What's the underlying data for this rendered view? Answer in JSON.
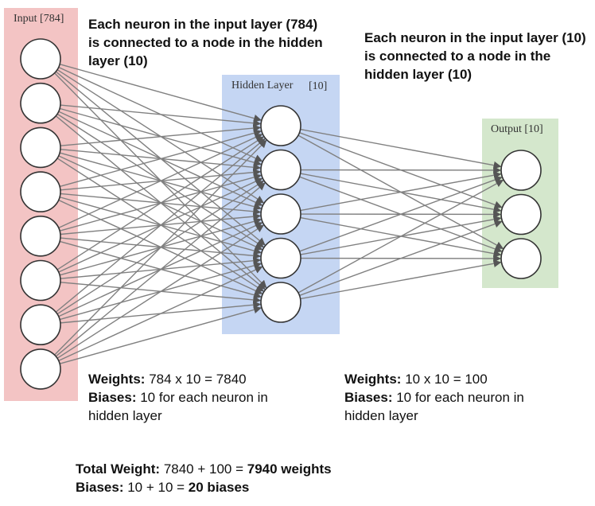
{
  "layers": {
    "input": {
      "label": "Input [784]",
      "nodes": 8,
      "color": "#f3c4c4"
    },
    "hidden": {
      "label": "Hidden Layer",
      "size": "[10]",
      "nodes": 5,
      "color": "#c5d6f3"
    },
    "output": {
      "label": "Output [10]",
      "nodes": 3,
      "color": "#d4e7cc"
    }
  },
  "colors": {
    "edge": "#808080",
    "node_stroke": "#333333",
    "node_fill": "#ffffff"
  },
  "notes": {
    "input_hidden": "Each neuron in the input layer (784) is connected to a node in the hidden layer (10)",
    "hidden_output": "Each neuron in the input layer (10) is connected to a node in the hidden layer (10)"
  },
  "stats": {
    "left": {
      "weights_label": "Weights:",
      "weights_value": "784 x 10 = 7840",
      "biases_label": "Biases:",
      "biases_line1": "10 for each neuron in",
      "biases_line2": "hidden layer"
    },
    "right": {
      "weights_label": "Weights:",
      "weights_value": "10 x 10 = 100",
      "biases_label": "Biases:",
      "biases_line1": "10 for each neuron in",
      "biases_line2": "hidden layer"
    }
  },
  "totals": {
    "weight_label": "Total Weight:",
    "weight_expr": "7840 + 100 =",
    "weight_result": "7940 weights",
    "biases_label": "Biases:",
    "biases_expr": "10 + 10 =",
    "biases_result": "20 biases"
  }
}
